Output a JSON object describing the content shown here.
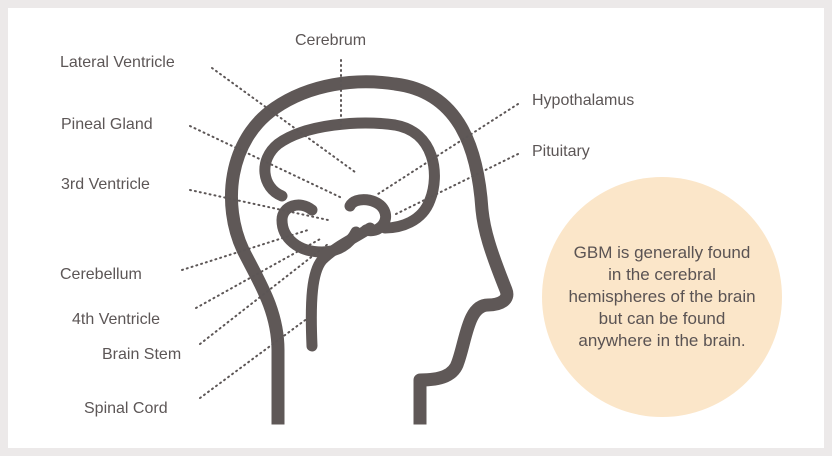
{
  "labels": {
    "cerebrum": "Cerebrum",
    "lateral_ventricle": "Lateral Ventricle",
    "hypothalamus": "Hypothalamus",
    "pineal_gland": "Pineal Gland",
    "pituitary": "Pituitary",
    "third_ventricle": "3rd Ventricle",
    "cerebellum": "Cerebellum",
    "fourth_ventricle": "4th Ventricle",
    "brain_stem": "Brain Stem",
    "spinal_cord": "Spinal Cord"
  },
  "callout": {
    "text": "GBM is generally found in the cerebral hemispheres of the brain but can be found anywhere in the brain."
  },
  "colors": {
    "background": "#ece9e9",
    "panel": "#ffffff",
    "outline": "#5f5857",
    "label_text": "#5c5656",
    "callout_fill": "#fbe6c9"
  }
}
